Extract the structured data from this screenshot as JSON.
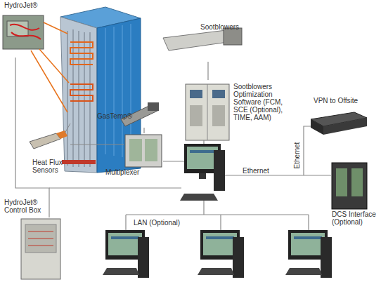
{
  "diagram": {
    "nodes": [
      {
        "text": [
          "HydroJet®"
        ]
      },
      {
        "text": [
          "Sootblowers"
        ]
      },
      {
        "text": [
          "GasTemp®"
        ]
      },
      {
        "text": [
          "Sootblowers Optimization Software (FCM, SCE (Optional), TIME, AAM)"
        ]
      },
      {
        "text": [
          "VPN to Offsite"
        ]
      },
      {
        "text": [
          "Heat Flux Sensors"
        ]
      },
      {
        "text": [
          "Multiplexer"
        ]
      },
      {
        "text": [
          "DCS Interface (Optional)"
        ]
      },
      {
        "text": [
          "HydroJet® Control Box"
        ]
      }
    ],
    "edges": [
      {
        "from": 0,
        "to": 8,
        "arrow": "none"
      },
      {
        "from": 1,
        "to": 3,
        "arrow": "none"
      },
      {
        "from": 2,
        "to": 6,
        "arrow": "none"
      },
      {
        "from": 5,
        "to": 6,
        "arrow": "none"
      }
    ],
    "labels": [
      "Ethernet",
      "Ethernet",
      "LAN (Optional)"
    ]
  }
}
